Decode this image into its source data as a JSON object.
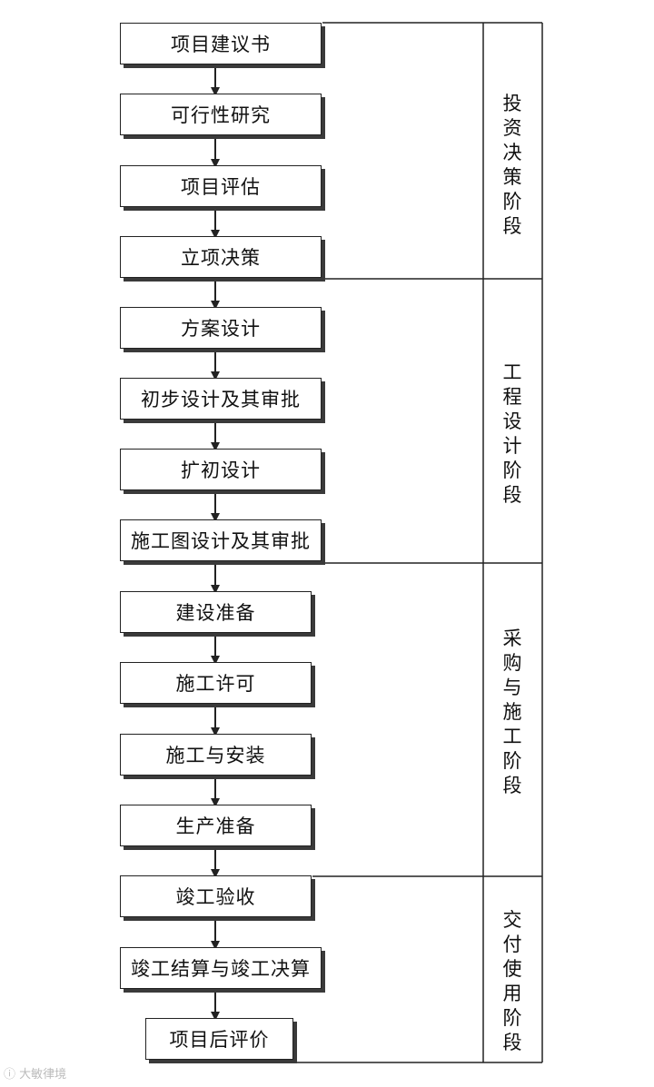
{
  "steps": [
    "项目建议书",
    "可行性研究",
    "项目评估",
    "立项决策",
    "方案设计",
    "初步设计及其审批",
    "扩初设计",
    "施工图设计及其审批",
    "建设准备",
    "施工许可",
    "施工与安装",
    "生产准备",
    "竣工验收",
    "竣工结算与竣工决算",
    "项目后评价"
  ],
  "phases": [
    "投资决策阶段",
    "工程设计阶段",
    "采购与施工阶段",
    "交付使用阶段"
  ],
  "watermark": "大敏律境",
  "colors": {
    "line": "#222222",
    "shadow": "#3a3a3a",
    "background": "#ffffff"
  }
}
